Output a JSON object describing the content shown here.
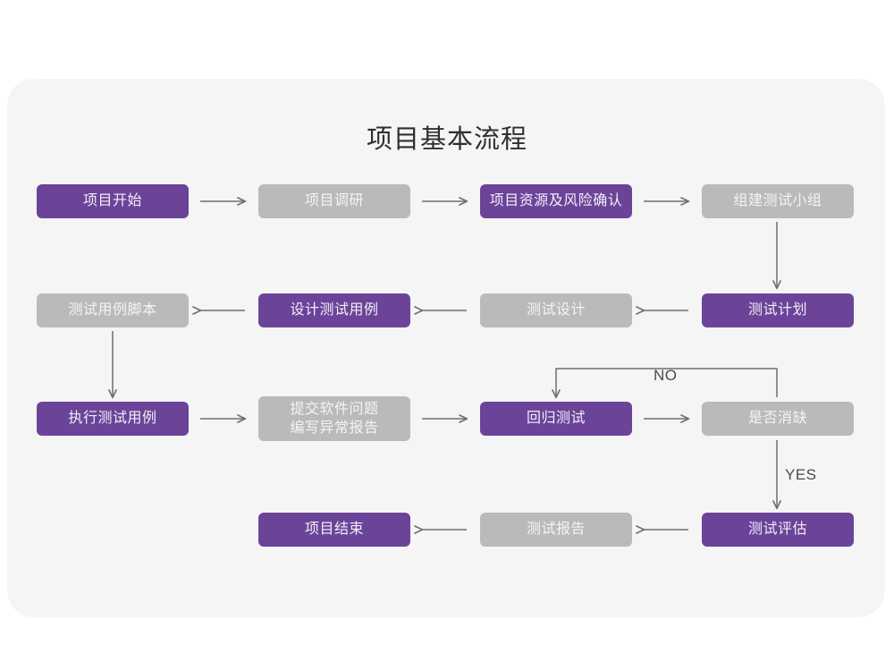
{
  "page": {
    "title": "项目基本流程",
    "background_color": "#ffffff",
    "panel_color": "#f5f5f5"
  },
  "colors": {
    "purple": "#6b4499",
    "gray": "#babab9",
    "purple_text": "#f2eef7",
    "gray_text": "#f4f4f4",
    "arrow": "#6e6e6e",
    "title_text": "#2f2f2f",
    "label_text": "#4a4a4a"
  },
  "flow": {
    "rows": [
      {
        "id": "row-1",
        "direction": "left-to-right",
        "nodes": [
          {
            "id": "n1",
            "label": "项目开始",
            "style": "purple"
          },
          {
            "id": "n2",
            "label": "项目调研",
            "style": "gray"
          },
          {
            "id": "n3",
            "label": "项目资源及风险确认",
            "style": "purple"
          },
          {
            "id": "n4",
            "label": "组建测试小组",
            "style": "gray"
          }
        ]
      },
      {
        "id": "row-2",
        "direction": "right-to-left",
        "nodes": [
          {
            "id": "n5",
            "label": "测试用例脚本",
            "style": "gray"
          },
          {
            "id": "n6",
            "label": "设计测试用例",
            "style": "purple"
          },
          {
            "id": "n7",
            "label": "测试设计",
            "style": "gray"
          },
          {
            "id": "n8",
            "label": "测试计划",
            "style": "purple"
          }
        ]
      },
      {
        "id": "row-3",
        "direction": "left-to-right",
        "nodes": [
          {
            "id": "n9",
            "label": "执行测试用例",
            "style": "purple"
          },
          {
            "id": "n10",
            "label": "提交软件问题\n编写异常报告",
            "style": "gray"
          },
          {
            "id": "n11",
            "label": "回归测试",
            "style": "purple"
          },
          {
            "id": "n12",
            "label": "是否消缺",
            "style": "gray"
          }
        ]
      },
      {
        "id": "row-4",
        "direction": "right-to-left",
        "nodes": [
          {
            "id": "n13",
            "label": "项目结束",
            "style": "purple"
          },
          {
            "id": "n14",
            "label": "测试报告",
            "style": "gray"
          },
          {
            "id": "n15",
            "label": "测试评估",
            "style": "purple"
          }
        ]
      }
    ],
    "decision_labels": {
      "no": "NO",
      "yes": "YES"
    },
    "connections": [
      {
        "from": "项目开始",
        "to": "项目调研",
        "type": "arrow-right"
      },
      {
        "from": "项目调研",
        "to": "项目资源及风险确认",
        "type": "arrow-right"
      },
      {
        "from": "项目资源及风险确认",
        "to": "组建测试小组",
        "type": "arrow-right"
      },
      {
        "from": "组建测试小组",
        "to": "测试计划",
        "type": "arrow-down"
      },
      {
        "from": "测试计划",
        "to": "测试设计",
        "type": "arrow-left"
      },
      {
        "from": "测试设计",
        "to": "设计测试用例",
        "type": "arrow-left"
      },
      {
        "from": "设计测试用例",
        "to": "测试用例脚本",
        "type": "arrow-left"
      },
      {
        "from": "测试用例脚本",
        "to": "执行测试用例",
        "type": "arrow-down"
      },
      {
        "from": "执行测试用例",
        "to": "提交软件问题编写异常报告",
        "type": "arrow-right"
      },
      {
        "from": "提交软件问题编写异常报告",
        "to": "回归测试",
        "type": "arrow-right"
      },
      {
        "from": "回归测试",
        "to": "是否消缺",
        "type": "arrow-right"
      },
      {
        "from": "是否消缺",
        "to": "回归测试",
        "type": "loop-back",
        "label": "NO"
      },
      {
        "from": "是否消缺",
        "to": "测试评估",
        "type": "arrow-down",
        "label": "YES"
      },
      {
        "from": "测试评估",
        "to": "测试报告",
        "type": "arrow-left"
      },
      {
        "from": "测试报告",
        "to": "项目结束",
        "type": "arrow-left"
      }
    ]
  }
}
